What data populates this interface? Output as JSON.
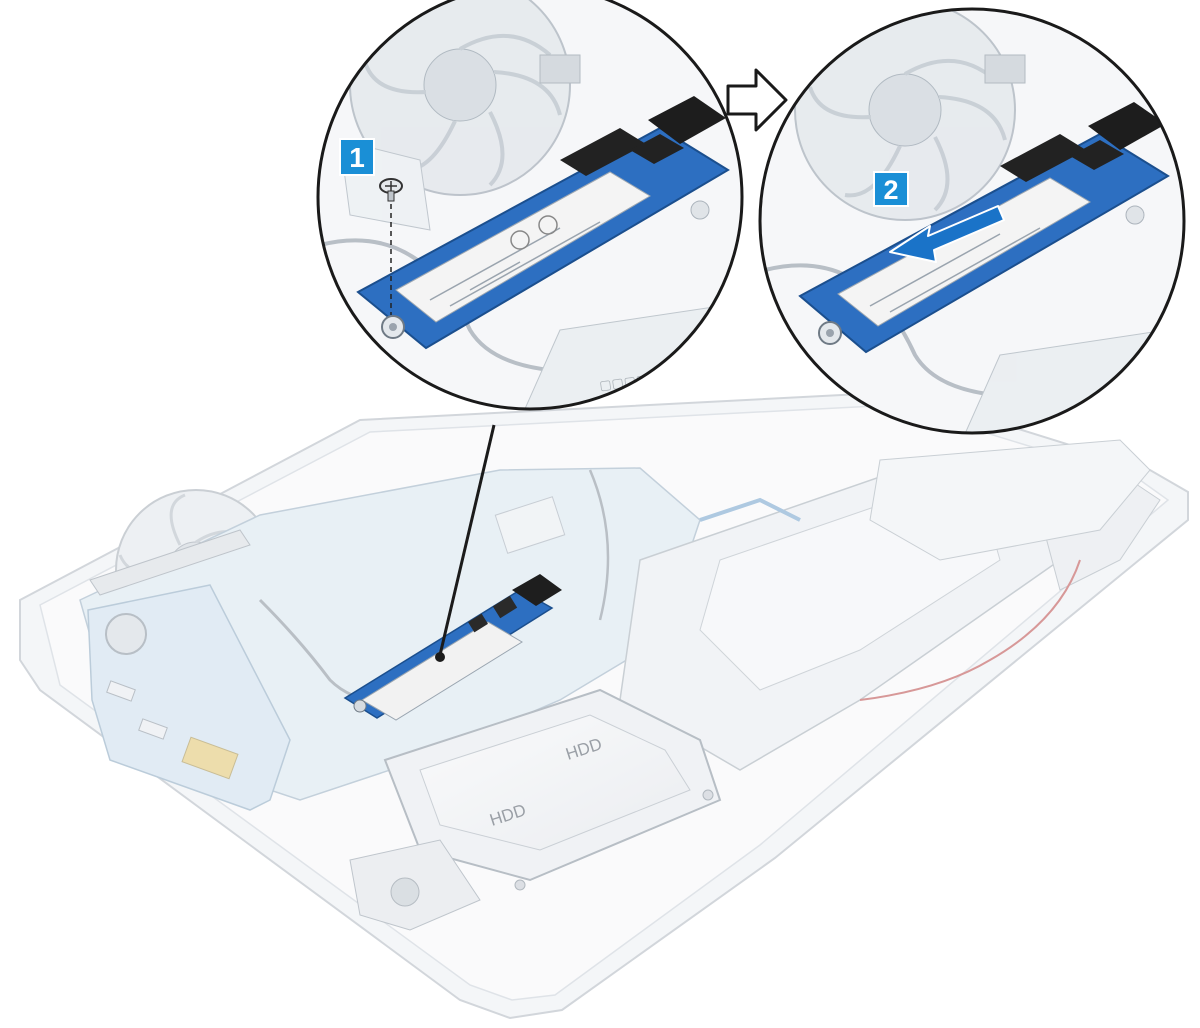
{
  "steps": [
    {
      "number": "1",
      "description_icon": "screw-icon"
    },
    {
      "number": "2",
      "description_icon": "slide-arrow-icon"
    }
  ],
  "labels": {
    "hdd_lower": "HDD",
    "hdd_upper": "HDD"
  },
  "colors": {
    "badge": "#1a8fd6",
    "badge_text": "#ffffff",
    "ssd_board": "#2d6fc1",
    "ssd_label": "#f2f2f2",
    "chassis_line": "#c9cfd6",
    "chassis_fill": "#f4f6f8",
    "arrow": "#1a73c8"
  }
}
